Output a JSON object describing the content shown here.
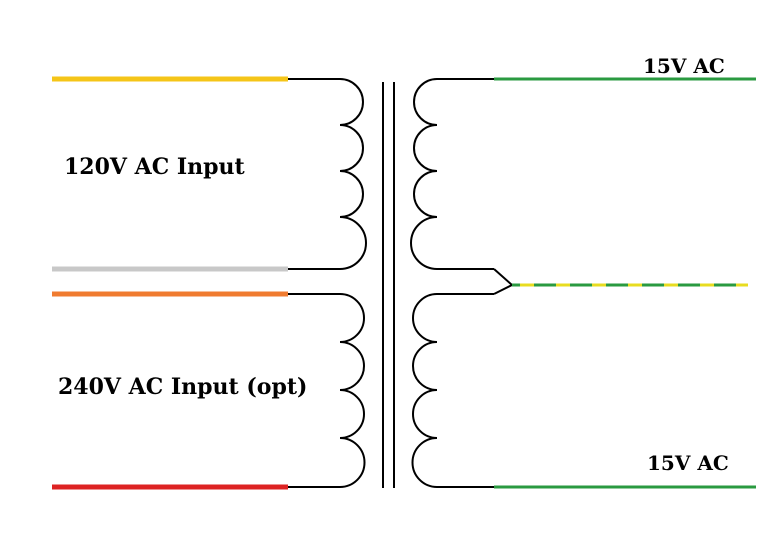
{
  "labels": {
    "input_120": "120V AC Input",
    "input_240": "240V AC Input (opt)",
    "output_top": "15V AC",
    "output_bottom": "15V AC"
  },
  "wire_colors": {
    "input_120_hot": "#f5c518",
    "input_120_neutral": "#c8c8c8",
    "input_240_hot": "#f07b30",
    "input_240_neutral": "#dd2222",
    "output": "#2a9a40",
    "center_tap_stripe": "#e8dc20",
    "winding": "#000000"
  }
}
